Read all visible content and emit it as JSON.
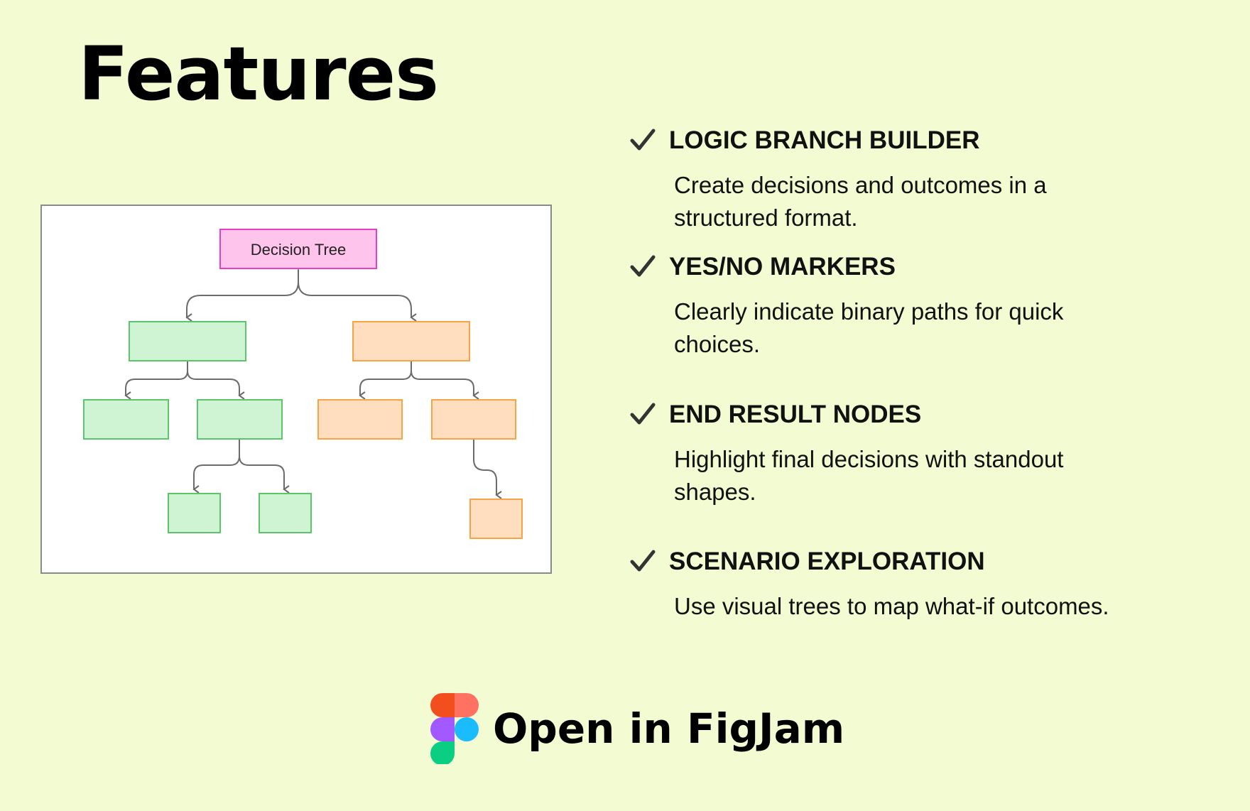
{
  "page": {
    "title": "Features",
    "background_color": "#f3fbd3"
  },
  "diagram": {
    "root_label": "Decision Tree",
    "colors": {
      "root_fill": "#ffc4ec",
      "root_stroke": "#ea3fc4",
      "green_fill": "#cff4d4",
      "green_stroke": "#5cc56b",
      "orange_fill": "#ffdec0",
      "orange_stroke": "#f7a448",
      "connector": "#6b6b6b"
    }
  },
  "features": [
    {
      "title": "LOGIC BRANCH BUILDER",
      "description": "Create decisions and outcomes in a structured format.",
      "icon": "checkmark-icon"
    },
    {
      "title": "YES/NO MARKERS",
      "description": "Clearly indicate binary paths for quick choices.",
      "icon": "checkmark-icon"
    },
    {
      "title": "END RESULT NODES",
      "description": "Highlight final decisions with standout shapes.",
      "icon": "checkmark-icon"
    },
    {
      "title": "SCENARIO EXPLORATION",
      "description": "Use visual trees to map what-if outcomes.",
      "icon": "checkmark-icon"
    }
  ],
  "cta": {
    "label": "Open in FigJam",
    "icon": "figma-logo-icon"
  }
}
